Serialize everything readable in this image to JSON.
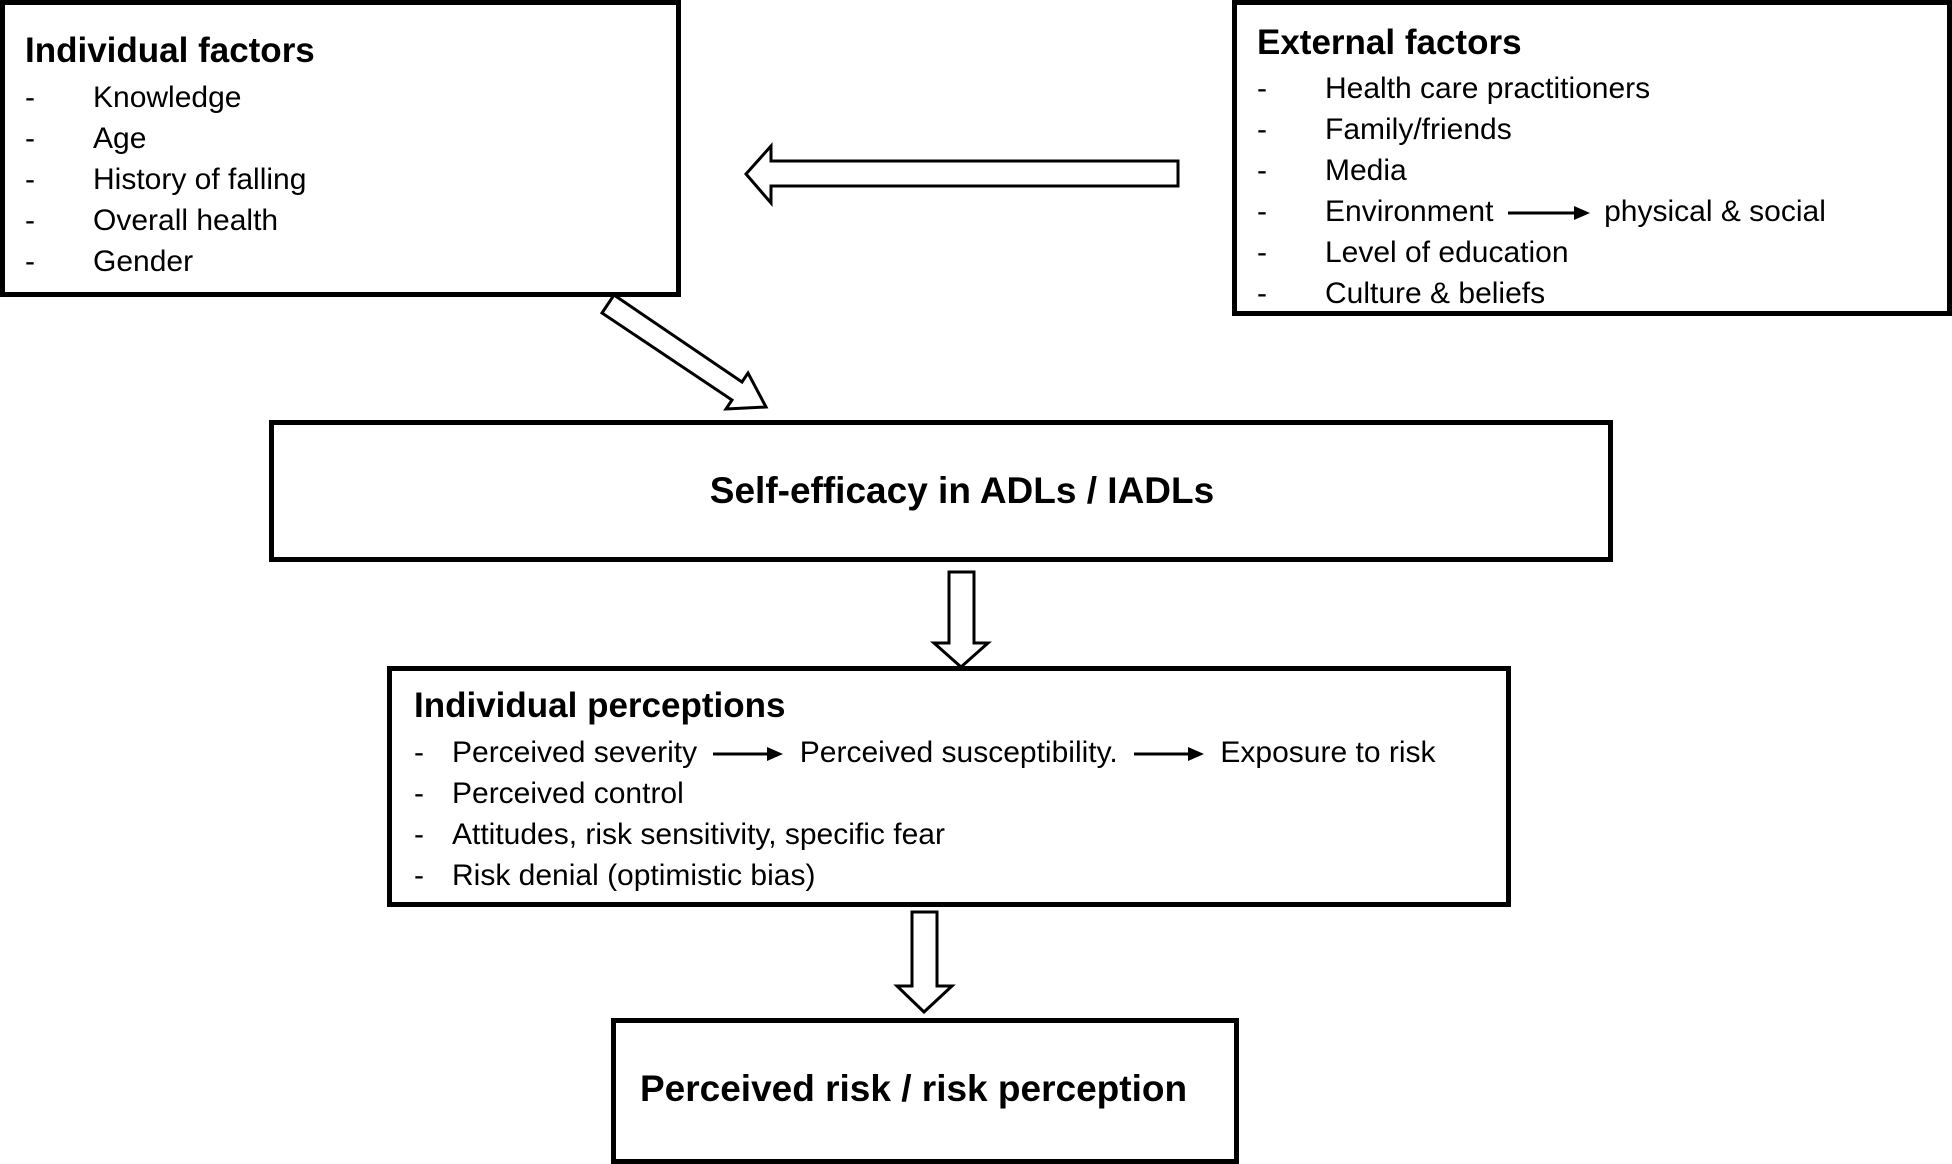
{
  "individual_factors": {
    "title": "Individual factors",
    "items": [
      {
        "dash": "-",
        "text": "Knowledge"
      },
      {
        "dash": "-",
        "text": "Age"
      },
      {
        "dash": "-",
        "text": "History of falling"
      },
      {
        "dash": "-",
        "text": "Overall health"
      },
      {
        "dash": "-",
        "text": "Gender"
      }
    ]
  },
  "external_factors": {
    "title": "External factors",
    "items": [
      {
        "dash": "-",
        "text": "Health care practitioners"
      },
      {
        "dash": "-",
        "text": "Family/friends"
      },
      {
        "dash": "-",
        "text": "Media"
      },
      {
        "dash": "-",
        "text": "Environment",
        "arrow_to": "physical & social"
      },
      {
        "dash": "-",
        "text": "Level of education"
      },
      {
        "dash": "-",
        "text": "Culture & beliefs"
      }
    ]
  },
  "self_efficacy": {
    "title": "Self-efficacy in ADLs / IADLs"
  },
  "individual_perceptions": {
    "title": "Individual perceptions",
    "chain": [
      "Perceived severity",
      "Perceived susceptibility.",
      "Exposure to risk"
    ],
    "items": [
      {
        "dash": "-",
        "text": "Perceived control"
      },
      {
        "dash": "-",
        "text": "Attitudes, risk sensitivity, specific fear"
      },
      {
        "dash": "-",
        "text": "Risk denial (optimistic bias)"
      }
    ],
    "dash": "-"
  },
  "perceived_risk": {
    "title": "Perceived risk / risk perception"
  }
}
